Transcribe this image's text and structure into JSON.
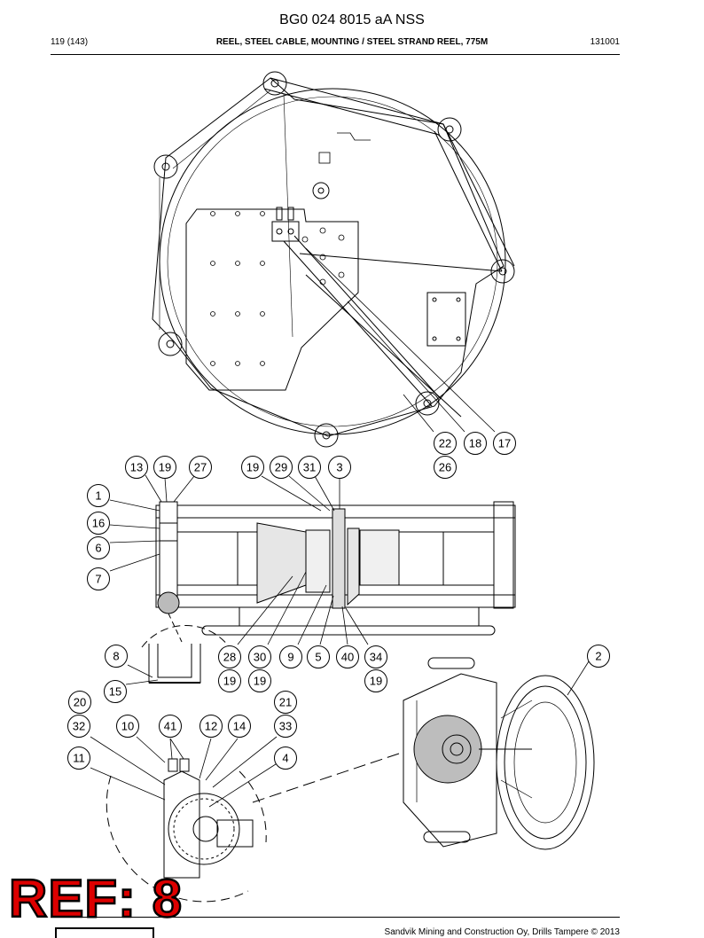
{
  "header": {
    "doc_number": "BG0 024 8015 aA NSS",
    "page": "119 (143)",
    "title": "REEL, STEEL CABLE, MOUNTING / STEEL STRAND REEL, 775M",
    "code": "131001"
  },
  "footer": {
    "ref_label": "REF: 8",
    "copyright": "Sandvik Mining and Construction Oy, Drills Tampere © 2013"
  },
  "callouts": [
    "22",
    "18",
    "17",
    "26",
    "13",
    "19",
    "27",
    "19",
    "29",
    "31",
    "3",
    "1",
    "16",
    "6",
    "7",
    "8",
    "28",
    "30",
    "9",
    "5",
    "40",
    "34",
    "2",
    "19",
    "19",
    "19",
    "15",
    "20",
    "21",
    "32",
    "10",
    "41",
    "12",
    "14",
    "33",
    "11",
    "4"
  ]
}
